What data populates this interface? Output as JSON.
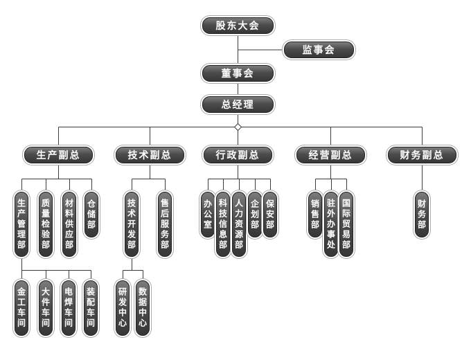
{
  "org": {
    "type": "org-tree",
    "colors": {
      "node_fill": "#4c4c4c",
      "node_text": "#ffffff",
      "line": "#3a3a3a"
    },
    "root": {
      "label": "股东大会"
    },
    "supervisory": {
      "label": "监事会"
    },
    "board": {
      "label": "董事会"
    },
    "gm": {
      "label": "总经理"
    },
    "vps": [
      {
        "label": "生产副总"
      },
      {
        "label": "技术副总"
      },
      {
        "label": "行政副总"
      },
      {
        "label": "经营副总"
      },
      {
        "label": "财务副总"
      }
    ],
    "departments": [
      {
        "label": "生产管理部",
        "vp": "生产副总"
      },
      {
        "label": "质量检验部",
        "vp": "生产副总"
      },
      {
        "label": "材料供应部",
        "vp": "生产副总"
      },
      {
        "label": "仓储部",
        "vp": "生产副总"
      },
      {
        "label": "技术开发部",
        "vp": "技术副总"
      },
      {
        "label": "售后服务部",
        "vp": "技术副总"
      },
      {
        "label": "办公室",
        "vp": "行政副总"
      },
      {
        "label": "科技信息部",
        "vp": "行政副总"
      },
      {
        "label": "人力资源部",
        "vp": "行政副总"
      },
      {
        "label": "企划部",
        "vp": "行政副总"
      },
      {
        "label": "保安部",
        "vp": "行政副总"
      },
      {
        "label": "销售部",
        "vp": "经营副总"
      },
      {
        "label": "驻外办事处",
        "vp": "经营副总"
      },
      {
        "label": "国际贸易部",
        "vp": "经营副总"
      },
      {
        "label": "财务部",
        "vp": "财务副总"
      }
    ],
    "sub_units": [
      {
        "label": "金工车间",
        "parent": "生产管理部"
      },
      {
        "label": "大件车间",
        "parent": "生产管理部"
      },
      {
        "label": "电焊车间",
        "parent": "生产管理部"
      },
      {
        "label": "装配车间",
        "parent": "生产管理部"
      },
      {
        "label": "研发中心",
        "parent": "技术开发部"
      },
      {
        "label": "数据中心",
        "parent": "技术开发部"
      }
    ]
  }
}
